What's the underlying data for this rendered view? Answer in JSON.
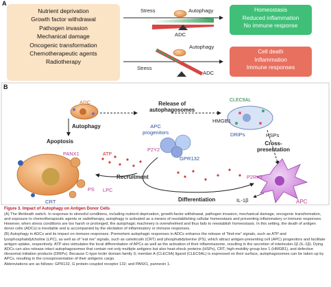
{
  "panel_a": {
    "letter": "A",
    "stresses": [
      "Nutrient deprivation",
      "Growth factor withdrawal",
      "Pathogen invasion",
      "Mechanical damage",
      "Oncogenic transformation",
      "Chemotherapeutic agents",
      "Radiotherapy"
    ],
    "top_row": {
      "stress": "Stress",
      "autophagy": "Autophagy",
      "adc": "ADC"
    },
    "bottom_row": {
      "stress": "Stress",
      "autophagy": "Autophagy",
      "adc": "ADC"
    },
    "outcome_good": [
      "Homeostasis",
      "Reduced inflammation",
      "No immune response"
    ],
    "outcome_bad": [
      "Cell death",
      "Inflammation",
      "Immune responses"
    ]
  },
  "panel_b": {
    "letter": "B",
    "adc": "ADC",
    "autophagy": "Autophagy",
    "release_title": [
      "Release of",
      "autophagosomes"
    ],
    "clec9al": "CLEC9AL",
    "hmgb1": "HMGB1",
    "drips": "DRiPs",
    "hsps": "HSPs",
    "cross_presentation": [
      "Cross-",
      "presentation"
    ],
    "apc_progenitors": [
      "APC",
      "progenitors"
    ],
    "p2y2": "P2Y2",
    "gpr132": "GPR132",
    "apoptosis": "Apoptosis",
    "panx1": "PANX1",
    "atp": "ATP",
    "ps": "PS",
    "lpc": "LPC",
    "crt": "CRT",
    "recruitment": "Recruitment",
    "differentiation": "Differentiation",
    "p2rx7": "P2RX7",
    "il1b": "IL-1β",
    "apc": "APC"
  },
  "caption": {
    "title": "Figure 3.  Impact of Autophagy on Antigen Donor Cells",
    "para_a": "(A) The life/death switch. In response to stressful conditions, including nutrient deprivation, growth-factor withdrawal, pathogen invasion, mechanical damage, oncogenic transformation, and exposure to chemotherapeutic agents or radiotherapy, autophagy is activated as a means of reestablishing cellular homeostasis and preventing inflammatory or immune responses. However, when stress conditions are too harsh or prolonged, the autophagic machinery is overwhelmed and thus fails to reestablish homeostasis. In this setting, the death of antigen donor cells (ADCs) is inevitable and is accompanied by the elicitation of inflammatory or immune responses.",
    "para_b": "(B) Autophagy in ADCs and its impact on immune responses. Premortem autophagic responses in ADCs enhance the release of “find-me” signals, such as ATP and lysophosphatidylcholine (LPC), as well as of “eat me” signals, such as calreticulin (CRT) and phosphatidylserine (PS), which attract antigen-presenting cell (APC) progenitors and facilitate antigen uptake, respectively. ATP also stimulates the local differentiation of APCs as well as the activation of their inflammasome, resulting in the secretion of interleukin-1β (IL-1β). Dying ADCs can also release intact autophagosomes that contain not only multiple antigens but also heat-shock proteins (HSPs), CRT, high-mobility group box 1 (HMGB1), and defective ribosomal initiation products (DRiPs). Because C-type lectin domain family 9, member A (CLEC9A) ligand (CLEC9AL) is expressed on their surface, autophagosomes can be taken up by APCs, resulting in the crosspresentation of their antigenic cargo.",
    "para_c": "Abbreviations are as follows: GPR132, G protein-coupled receptor 132; and PANX1, pannexin 1."
  },
  "colors": {
    "stress_box": "#fbe3c6",
    "outcome_good": "#3fbf77",
    "outcome_bad": "#e8705f",
    "adc_cell": "#e79a5a",
    "apc_cell": "#c46fd3",
    "caption_title": "#b11d2a"
  }
}
